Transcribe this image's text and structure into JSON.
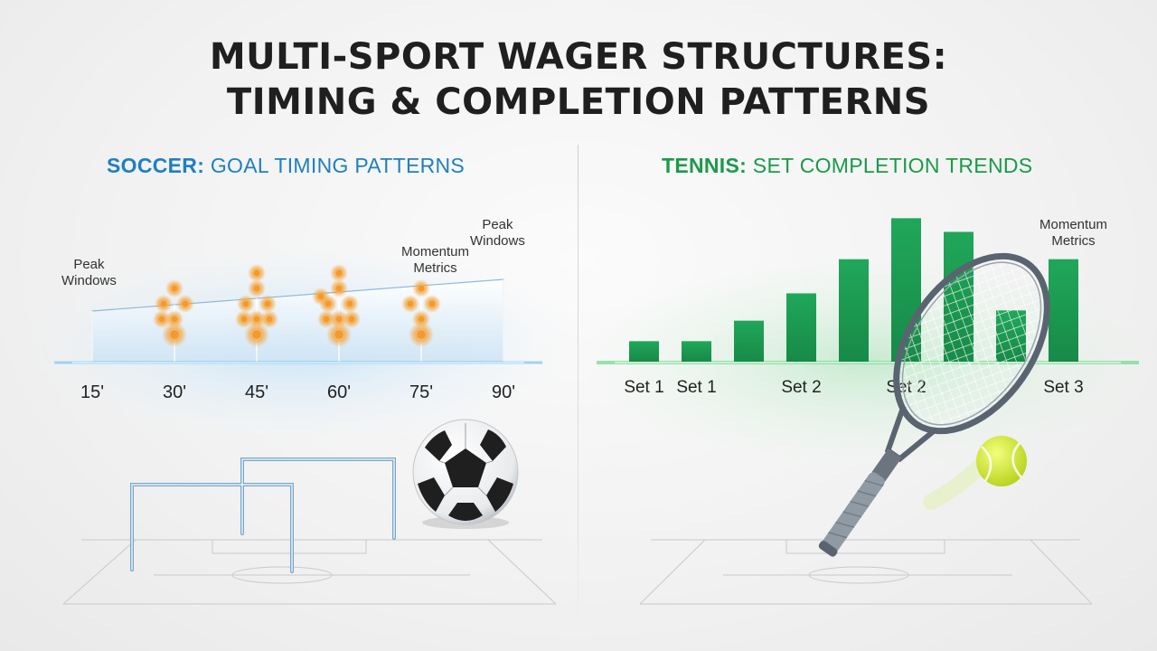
{
  "title": {
    "line1": "MULTI-SPORT WAGER STRUCTURES:",
    "line2": "TIMING & COMPLETION PATTERNS"
  },
  "soccer_panel": {
    "label_bold": "SOCCER:",
    "label_rest": " GOAL TIMING PATTERNS",
    "annotations": {
      "peak_left": [
        "Peak",
        "Windows"
      ],
      "momentum": [
        "Momentum",
        "Metrics"
      ],
      "peak_right": [
        "Peak",
        "Windows"
      ]
    }
  },
  "tennis_panel": {
    "label_bold": "TENNIS:",
    "label_rest": " SET COMPLETION TRENDS",
    "annotations": {
      "momentum": [
        "Momentum",
        "Metrics"
      ]
    }
  },
  "colors": {
    "soccer_accent": "#1f7fbf",
    "tennis_accent": "#1a9a4a",
    "goal_dot": "#f29a2e",
    "bar_green": "#1e9e55"
  },
  "chart_data": [
    {
      "type": "scatter",
      "chart": "soccer",
      "x_ticks": [
        "15'",
        "30'",
        "45'",
        "60'",
        "75'",
        "90'"
      ],
      "x_minutes": [
        15,
        30,
        45,
        60,
        75,
        90
      ],
      "clusters": [
        {
          "minute": 30,
          "points": 6
        },
        {
          "minute": 45,
          "points": 8
        },
        {
          "minute": 60,
          "points": 9
        },
        {
          "minute": 75,
          "points": 5
        }
      ],
      "grid": true,
      "legend": "none"
    },
    {
      "type": "bar",
      "chart": "tennis",
      "category_labels": [
        {
          "text": "Set 1",
          "under_bar": 0
        },
        {
          "text": "Set 1",
          "under_bar": 1
        },
        {
          "text": "Set 2",
          "under_bar": 3
        },
        {
          "text": "Set 2",
          "under_bar": 5
        },
        {
          "text": "Set 3",
          "under_bar": 8
        }
      ],
      "values": [
        6,
        6,
        12,
        20,
        30,
        42,
        38,
        15,
        30
      ],
      "ylim": [
        0,
        45
      ],
      "grid": false,
      "legend": "none"
    }
  ]
}
